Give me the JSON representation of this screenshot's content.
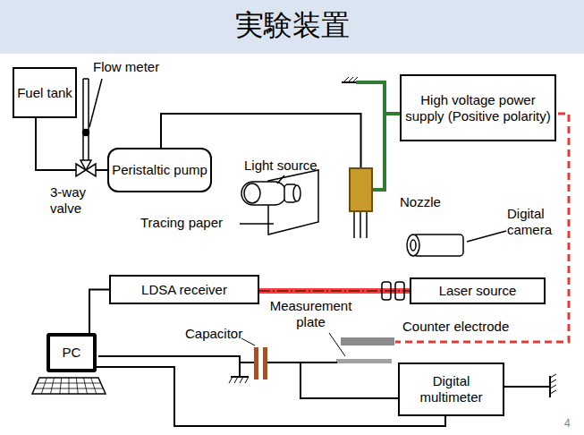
{
  "diagram": {
    "title": "実験装置",
    "nodes": [
      {
        "text": [
          "Fuel tank"
        ]
      },
      {
        "text": [
          "High voltage power supply (Positive polarity)"
        ]
      },
      {
        "text": [
          "Peristaltic pump"
        ]
      },
      {
        "text": [
          "Nozzle"
        ]
      },
      {
        "text": [
          "LDSA receiver"
        ]
      },
      {
        "text": [
          "Laser source"
        ]
      },
      {
        "text": [
          "PC"
        ]
      },
      {
        "text": [
          "Digital multimeter"
        ]
      }
    ],
    "edges": [
      {
        "from": 0,
        "to": 2,
        "arrow": "none"
      },
      {
        "from": 2,
        "to": 3,
        "arrow": "none"
      },
      {
        "from": 1,
        "to": 3,
        "arrow": "none"
      },
      {
        "from": 5,
        "to": 4,
        "arrow": "none"
      },
      {
        "from": 4,
        "to": 6,
        "arrow": "none"
      },
      {
        "from": 6,
        "to": 7,
        "arrow": "none"
      }
    ],
    "labels": [
      "Flow meter",
      "3-way valve",
      "Light source",
      "Tracing paper",
      "Digital camera",
      "Measurement plate",
      "Counter electrode",
      "Capacitor",
      "4"
    ]
  }
}
